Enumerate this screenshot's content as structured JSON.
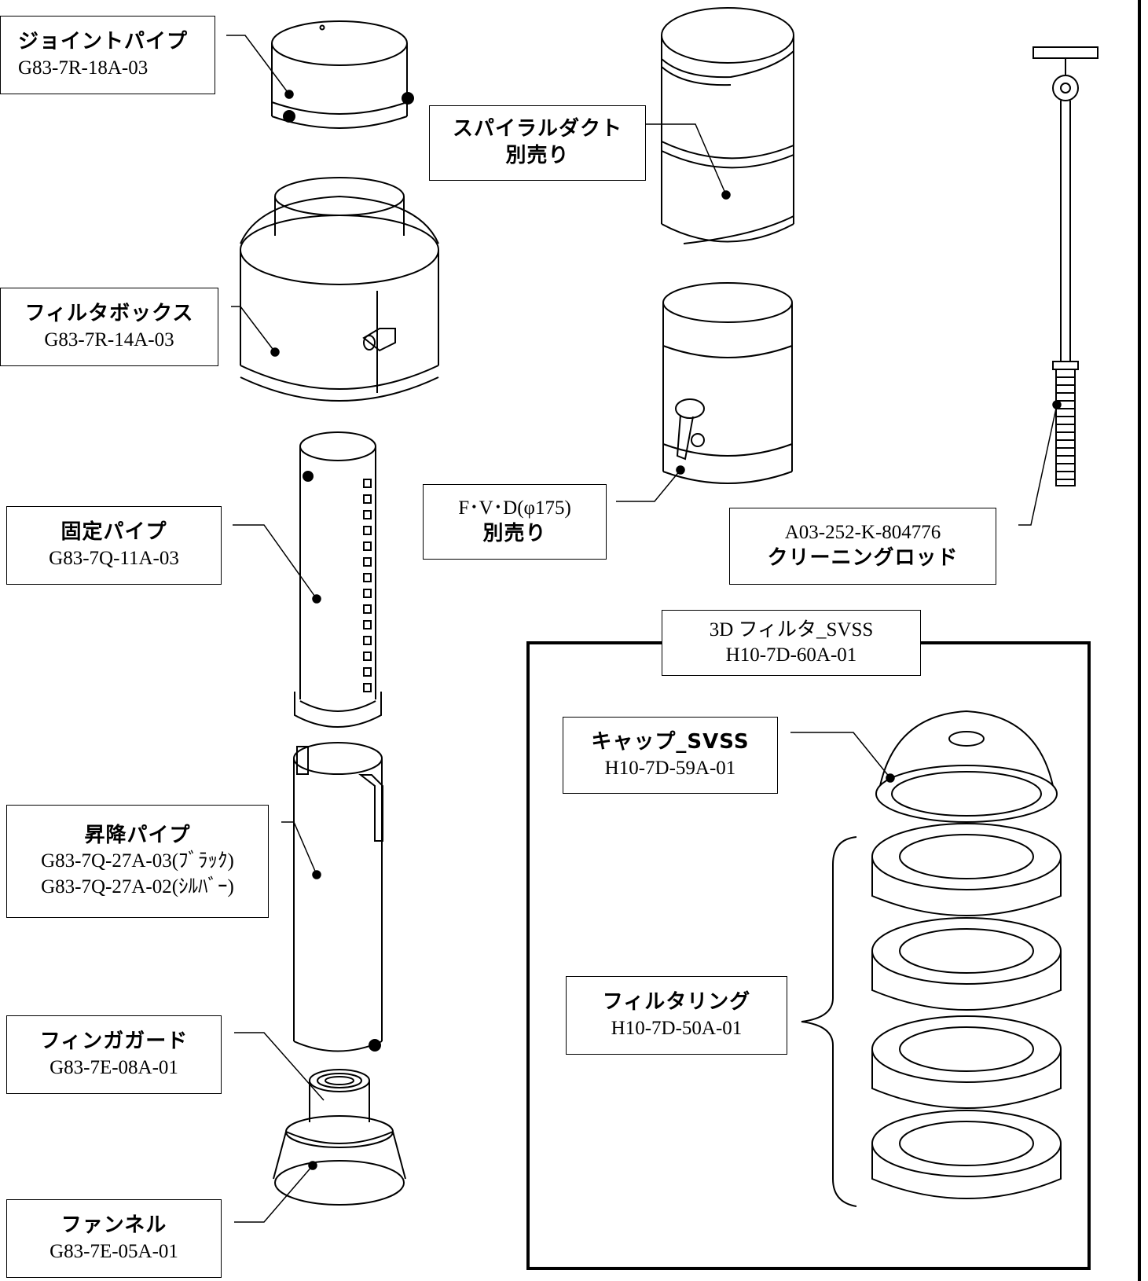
{
  "labels": {
    "joint_pipe": {
      "name": "ジョイントパイプ",
      "part": "G83-7R-18A-03"
    },
    "filter_box": {
      "name": "フィルタボックス",
      "part": "G83-7R-14A-03"
    },
    "fixed_pipe": {
      "name": "固定パイプ",
      "part": "G83-7Q-11A-03"
    },
    "lift_pipe": {
      "name": "昇降パイプ",
      "part1": "G83-7Q-27A-03(ﾌﾞﾗｯｸ)",
      "part2": "G83-7Q-27A-02(ｼﾙﾊﾞｰ)"
    },
    "finger_guard": {
      "name": "フィンガガード",
      "part": "G83-7E-08A-01"
    },
    "funnel": {
      "name": "ファンネル",
      "part": "G83-7E-05A-01"
    },
    "spiral_duct": {
      "name": "スパイラルダクト",
      "note": "別売り"
    },
    "fvd": {
      "name": "F･V･D(φ175)",
      "note": "別売り"
    },
    "cleaning_rod": {
      "part": "A03-252-K-804776",
      "name": "クリーニングロッド"
    },
    "filter_3d": {
      "name": "3D フィルタ_SVSS",
      "part": "H10-7D-60A-01"
    },
    "cap": {
      "name": "キャップ_SVSS",
      "part": "H10-7D-59A-01"
    },
    "filter_ring": {
      "name": "フィルタリング",
      "part": "H10-7D-50A-01"
    }
  }
}
